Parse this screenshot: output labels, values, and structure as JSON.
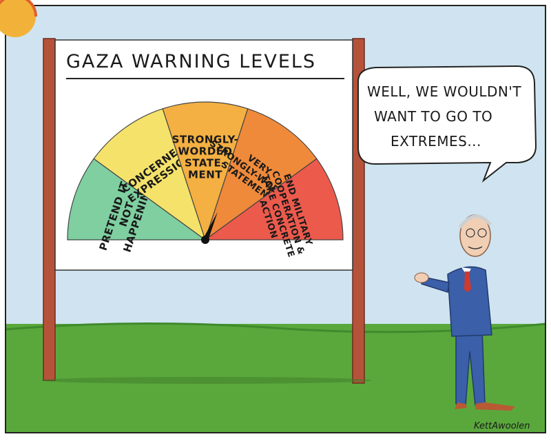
{
  "sign": {
    "title": "GAZA WARNING LEVELS",
    "segments": [
      {
        "lines": [
          "PRETEND IT'S",
          "NOT",
          "HAPPENING"
        ],
        "color": "#7fcfa0"
      },
      {
        "lines": [
          "CONCERNED",
          "EXPRESSION"
        ],
        "color": "#f5e26a"
      },
      {
        "lines": [
          "STRONGLY-",
          "WORDED",
          "STATE-",
          "MENT"
        ],
        "color": "#f4b042"
      },
      {
        "lines": [
          "VERY",
          "STRONGLY-WORDED",
          "STATEMENT"
        ],
        "color": "#ef8a3a"
      },
      {
        "lines": [
          "END MILITARY",
          "COOPERATION &",
          "TAKE CONCRETE",
          "ACTION"
        ],
        "color": "#ec5a4c"
      }
    ]
  },
  "speech": {
    "lines": [
      "WELL, WE WOULDN'T",
      "WANT TO GO TO",
      "EXTREMES..."
    ]
  },
  "signature": "KettAwoolen",
  "colors": {
    "sky": "#cfe4f0",
    "grass": "#5aa83c",
    "post": "#b5533a",
    "suit": "#3b5fa8",
    "tie": "#d03a2e",
    "sun": "#f2b23a"
  }
}
